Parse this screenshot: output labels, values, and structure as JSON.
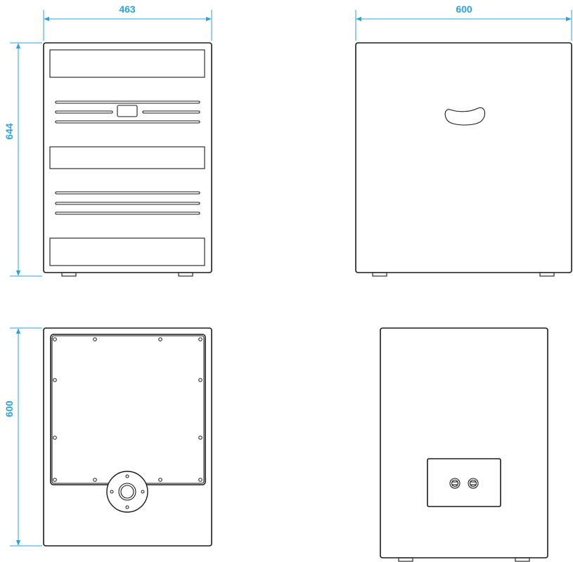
{
  "dimensions": {
    "front_width": "463",
    "side_width": "600",
    "front_height": "644",
    "bottom_depth": "600"
  },
  "colors": {
    "dimension": "#29a3e0",
    "line": "#1a1a1a"
  }
}
